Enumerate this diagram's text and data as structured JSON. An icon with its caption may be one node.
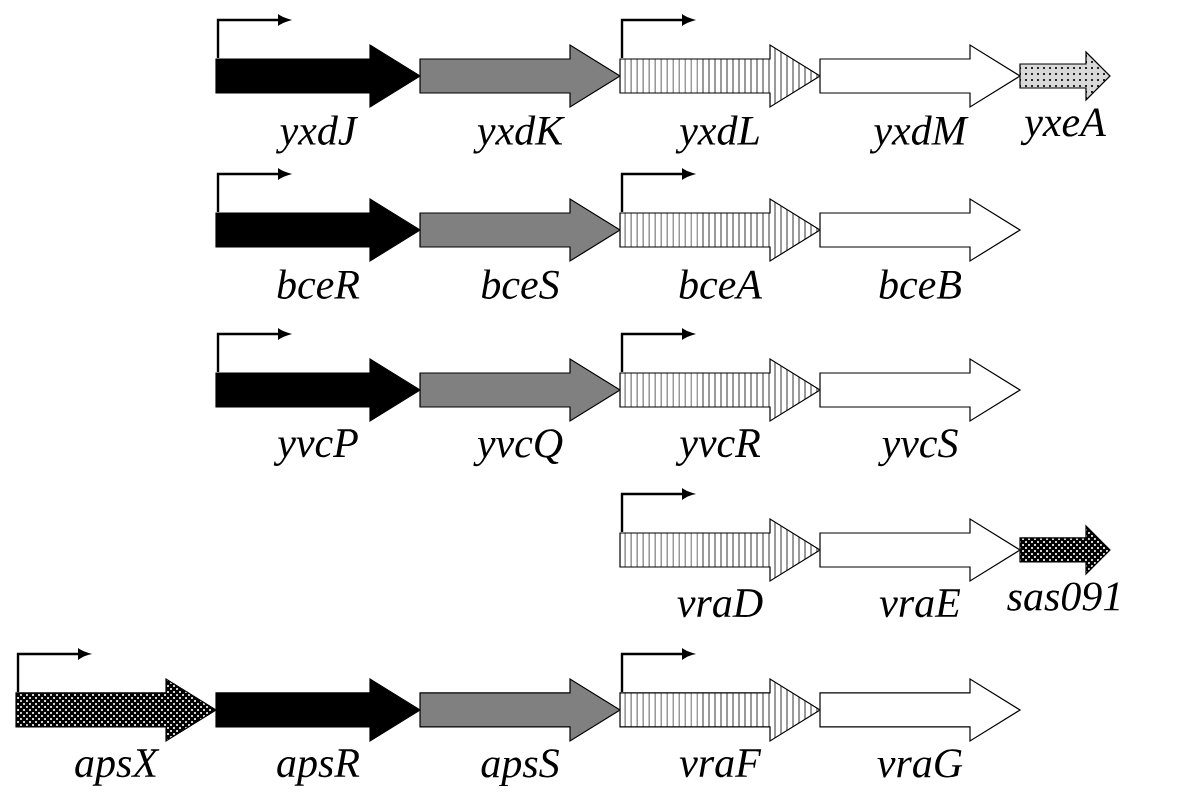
{
  "diagram": {
    "nodes": [
      {
        "text": [
          "yxdJ"
        ]
      },
      {
        "text": [
          "yxdK"
        ]
      },
      {
        "text": [
          "yxdL"
        ]
      },
      {
        "text": [
          "yxdM"
        ]
      },
      {
        "text": [
          "yxeA"
        ]
      },
      {
        "text": [
          "bceR"
        ]
      },
      {
        "text": [
          "bceS"
        ]
      },
      {
        "text": [
          "bceA"
        ]
      },
      {
        "text": [
          "bceB"
        ]
      },
      {
        "text": [
          "yvcP"
        ]
      },
      {
        "text": [
          "yvcQ"
        ]
      },
      {
        "text": [
          "yvcR"
        ]
      },
      {
        "text": [
          "yvcS"
        ]
      },
      {
        "text": [
          "vraD"
        ]
      },
      {
        "text": [
          "vraE"
        ]
      },
      {
        "text": [
          "sas091"
        ]
      },
      {
        "text": [
          "apsX"
        ]
      },
      {
        "text": [
          "apsR"
        ]
      },
      {
        "text": [
          "apsS"
        ]
      },
      {
        "text": [
          "vraF"
        ]
      },
      {
        "text": [
          "vraG"
        ]
      }
    ]
  }
}
